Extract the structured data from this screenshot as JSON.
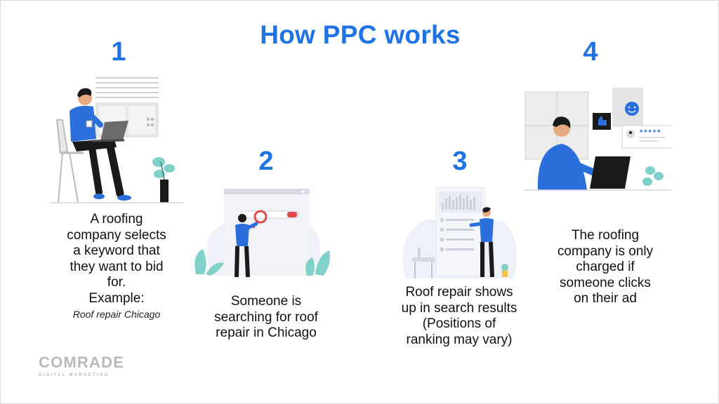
{
  "title": "How PPC works",
  "steps": [
    {
      "number": "1",
      "lines": [
        "A roofing",
        "company selects",
        "a keyword that",
        "they want to bid",
        "for.",
        "Example:"
      ],
      "example": "Roof repair Chicago"
    },
    {
      "number": "2",
      "lines": [
        "Someone is",
        "searching for roof",
        "repair in Chicago"
      ]
    },
    {
      "number": "3",
      "lines": [
        "Roof repair shows",
        "up in search results",
        "(Positions of",
        "ranking may vary)"
      ]
    },
    {
      "number": "4",
      "lines": [
        "The roofing",
        "company is only",
        "charged if",
        "someone clicks",
        "on their ad"
      ]
    }
  ],
  "logo": {
    "name": "COMRADE",
    "tagline": "DIGITAL MARKETING"
  },
  "colors": {
    "accent": "#1e73e6",
    "illustration_blue": "#2a6fdc",
    "dark": "#1a1a1a",
    "plant": "#7fd1c9"
  }
}
